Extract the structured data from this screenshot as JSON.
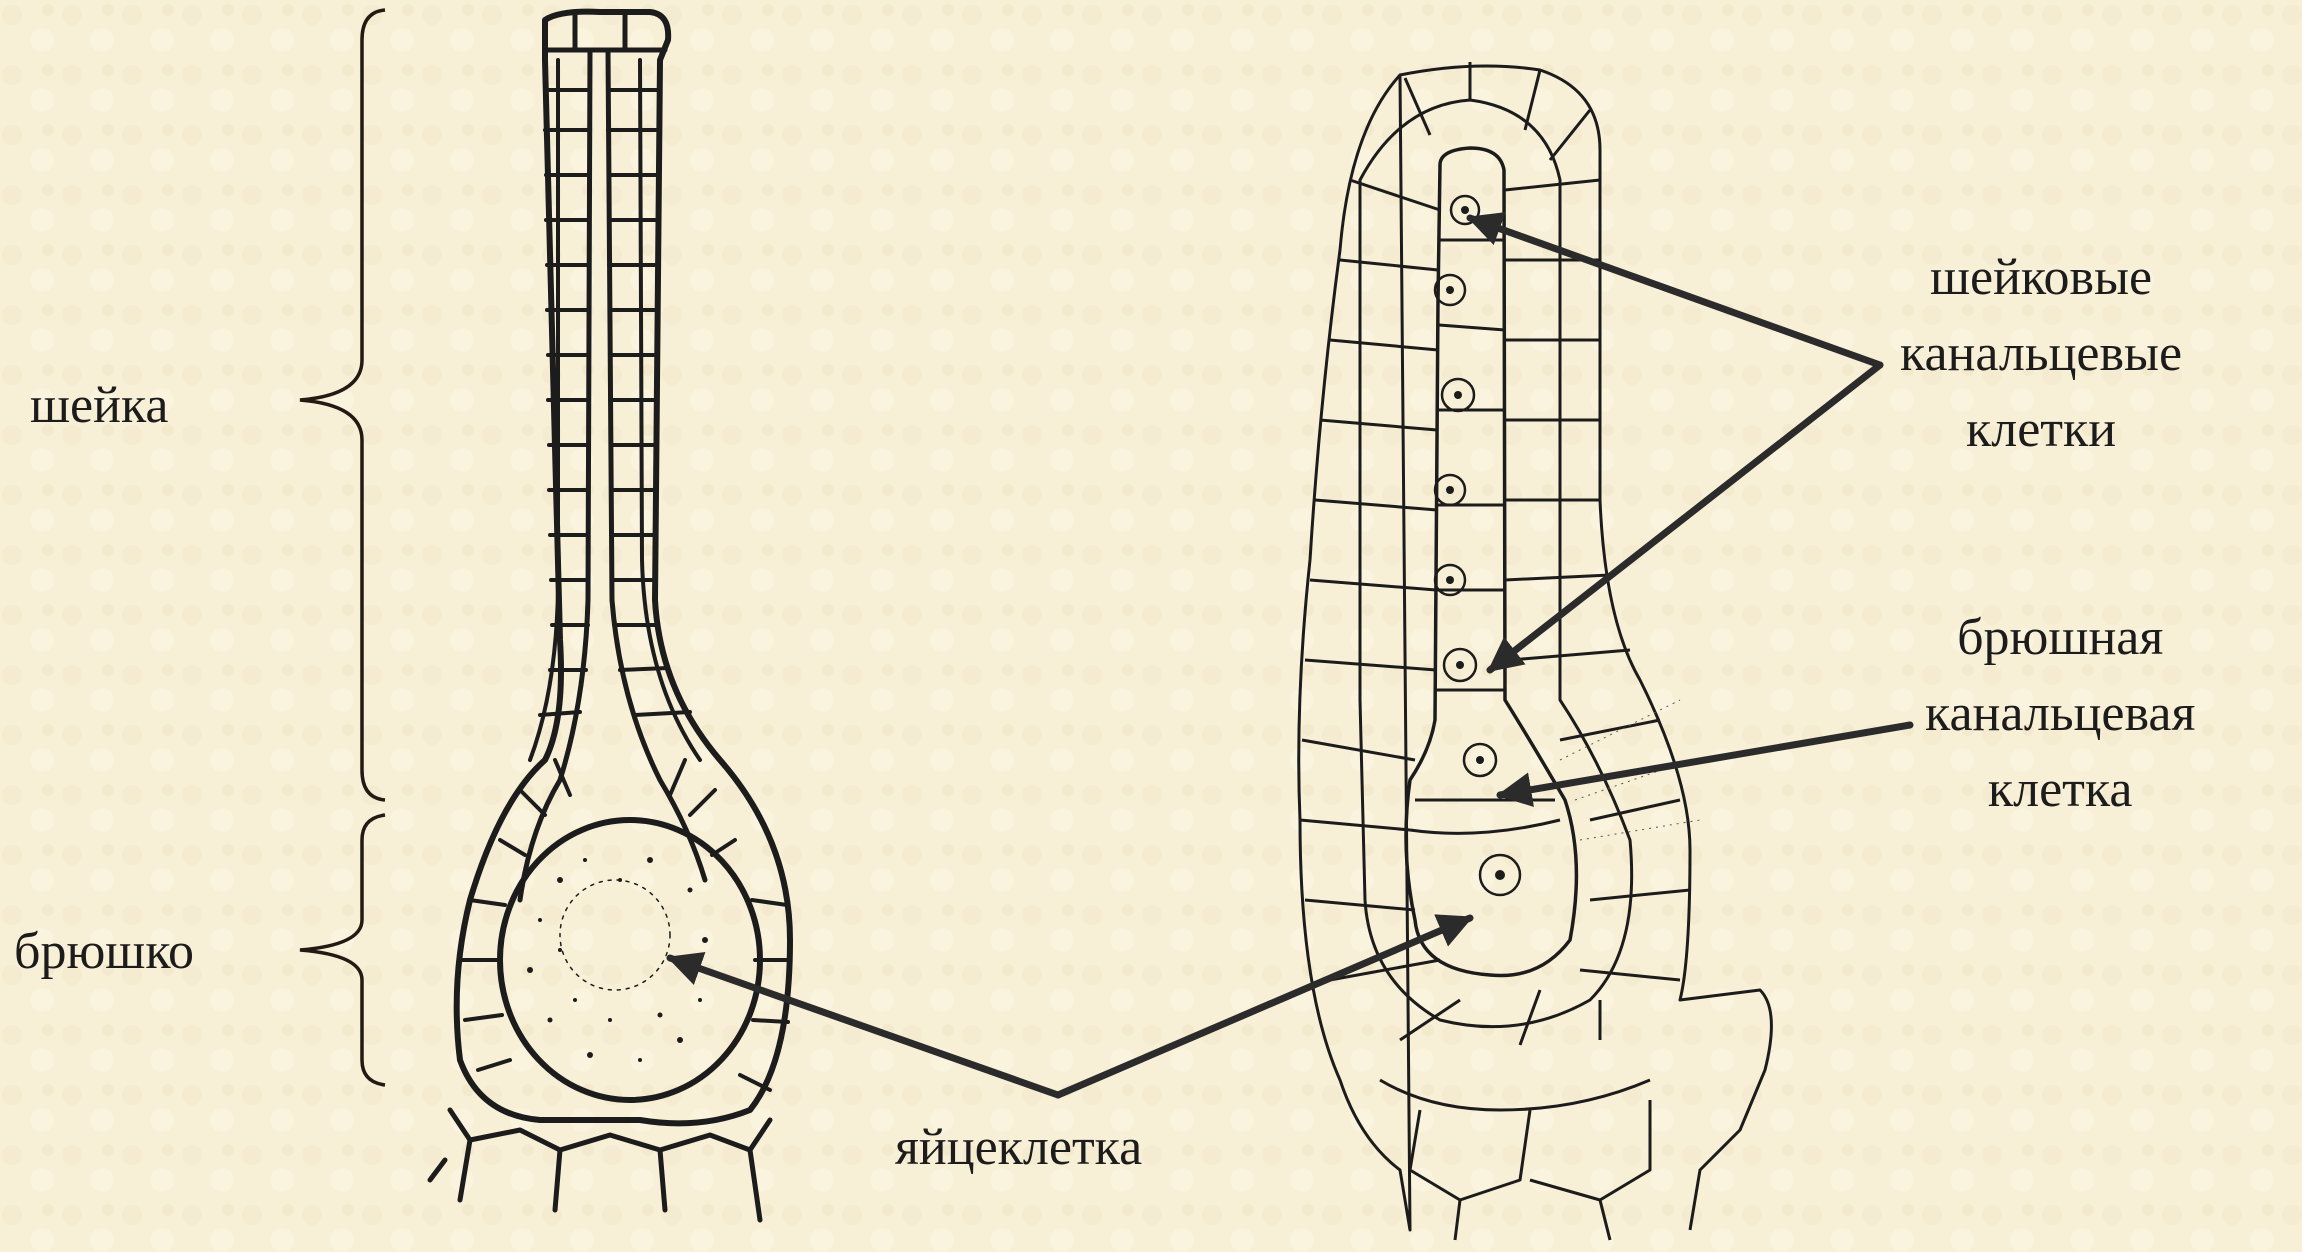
{
  "labels": {
    "neck": "шейка",
    "belly": "брюшко",
    "neck_canal_cells": [
      "шейковые",
      "канальцевые",
      "клетки"
    ],
    "ventral_canal_cell": [
      "брюшная",
      "канальцевая",
      "клетка"
    ],
    "egg_cell": "яйцеклетка"
  },
  "colors": {
    "background": "#f7efd6",
    "ink": "#1c1c1c",
    "arrow": "#2b2b2b",
    "bracket": "#231b13"
  }
}
